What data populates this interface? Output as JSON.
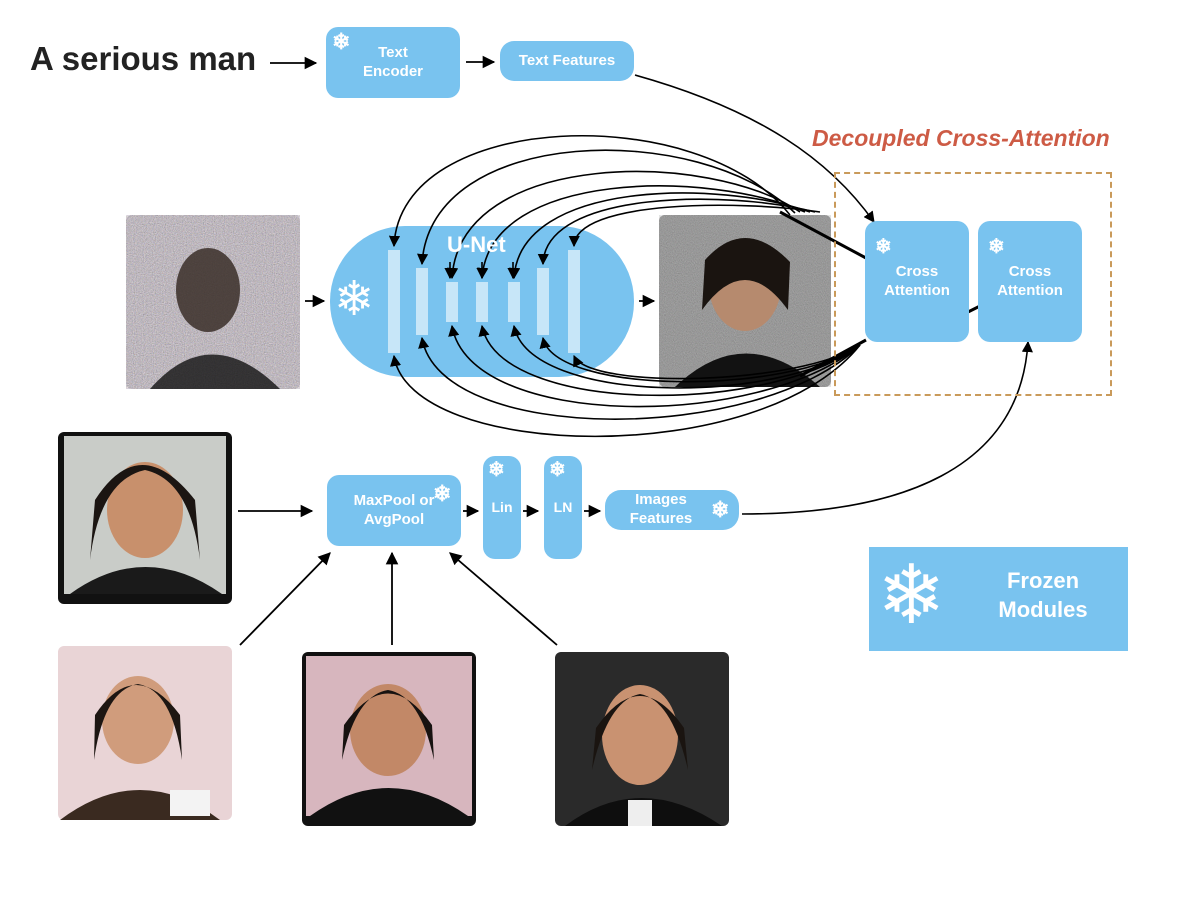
{
  "prompt": "A serious man",
  "text_encoder": "Text\nEncoder",
  "text_features": "Text Features",
  "unet": "U-Net",
  "decoupled_title": "Decoupled Cross-Attention",
  "cross_attention_1": "Cross\nAttention",
  "cross_attention_2": "Cross\nAttention",
  "pool": "MaxPool or\nAvgPool",
  "lin": "Lin",
  "ln": "LN",
  "image_features": "Images\nFeatures",
  "legend": "Frozen\nModules",
  "colors": {
    "module_blue": "#79c3ef",
    "accent_red": "#cd5b45",
    "dashed_frame": "#c99a5a",
    "arrow": "#000000"
  },
  "icons": {
    "frozen": "snowflake-icon"
  }
}
